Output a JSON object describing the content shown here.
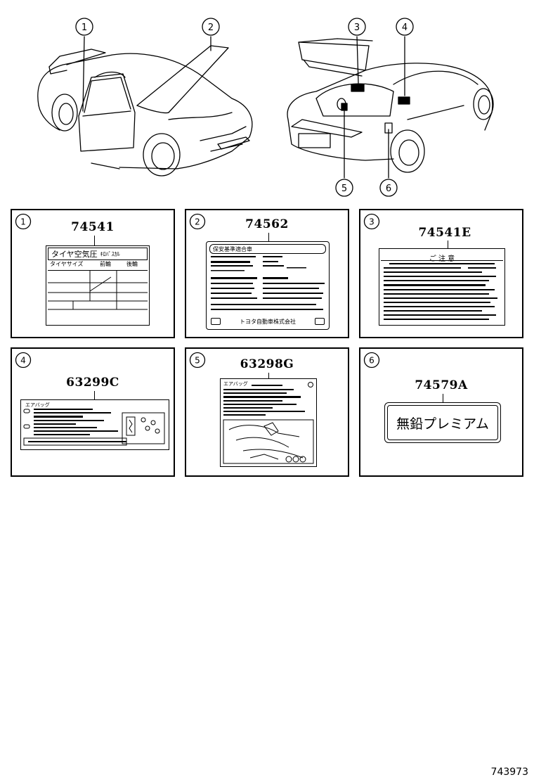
{
  "callouts": [
    "1",
    "2",
    "3",
    "4",
    "5",
    "6"
  ],
  "panels": [
    {
      "index": "1",
      "part_number": "74541",
      "label_title": "タイヤ空気圧",
      "label_title_small": "ｷﾛﾊﾟｽｶﾙ",
      "label_col1": "タイヤサイズ",
      "label_col2": "前輪",
      "label_col3": "後輪"
    },
    {
      "index": "2",
      "part_number": "74562",
      "label_title": "保安基準適合車",
      "label_footer": "トヨタ自動車株式会社"
    },
    {
      "index": "3",
      "part_number": "74541E",
      "label_title": "ご 注 意"
    },
    {
      "index": "4",
      "part_number": "63299C",
      "label_title": "エアバッグ"
    },
    {
      "index": "5",
      "part_number": "63298G",
      "label_title": "エアバッグ"
    },
    {
      "index": "6",
      "part_number": "74579A",
      "label_title": "無鉛プレミアム"
    }
  ],
  "diagram_code": "743973"
}
